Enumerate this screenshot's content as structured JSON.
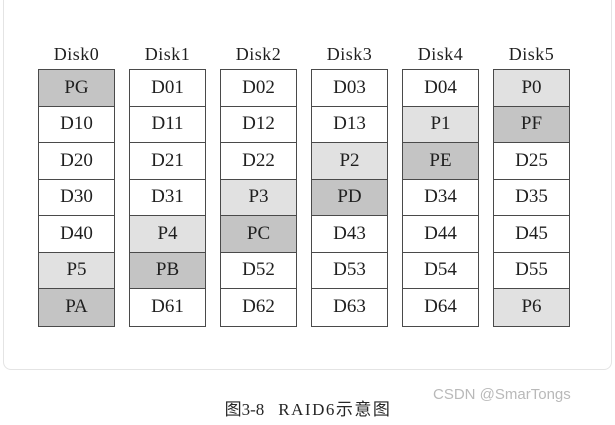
{
  "figure": {
    "caption_label": "图3-8",
    "caption_title": "RAID6示意图",
    "watermark": "CSDN @SmarTongs"
  },
  "colors": {
    "data_cell": "#ffffff",
    "p_parity_cell": "#e1e1e1",
    "q_parity_cell": "#c4c4c4",
    "cell_border": "#4a4a4a",
    "text": "#1f1f1f",
    "watermark_text": "#b9b9b9",
    "frame_border": "#e4e4e4"
  },
  "diagram": {
    "disks": [
      {
        "name": "Disk0",
        "cells": [
          {
            "label": "PG",
            "type": "q"
          },
          {
            "label": "D10",
            "type": "d"
          },
          {
            "label": "D20",
            "type": "d"
          },
          {
            "label": "D30",
            "type": "d"
          },
          {
            "label": "D40",
            "type": "d"
          },
          {
            "label": "P5",
            "type": "p"
          },
          {
            "label": "PA",
            "type": "q"
          }
        ]
      },
      {
        "name": "Disk1",
        "cells": [
          {
            "label": "D01",
            "type": "d"
          },
          {
            "label": "D11",
            "type": "d"
          },
          {
            "label": "D21",
            "type": "d"
          },
          {
            "label": "D31",
            "type": "d"
          },
          {
            "label": "P4",
            "type": "p"
          },
          {
            "label": "PB",
            "type": "q"
          },
          {
            "label": "D61",
            "type": "d"
          }
        ]
      },
      {
        "name": "Disk2",
        "cells": [
          {
            "label": "D02",
            "type": "d"
          },
          {
            "label": "D12",
            "type": "d"
          },
          {
            "label": "D22",
            "type": "d"
          },
          {
            "label": "P3",
            "type": "p"
          },
          {
            "label": "PC",
            "type": "q"
          },
          {
            "label": "D52",
            "type": "d"
          },
          {
            "label": "D62",
            "type": "d"
          }
        ]
      },
      {
        "name": "Disk3",
        "cells": [
          {
            "label": "D03",
            "type": "d"
          },
          {
            "label": "D13",
            "type": "d"
          },
          {
            "label": "P2",
            "type": "p"
          },
          {
            "label": "PD",
            "type": "q"
          },
          {
            "label": "D43",
            "type": "d"
          },
          {
            "label": "D53",
            "type": "d"
          },
          {
            "label": "D63",
            "type": "d"
          }
        ]
      },
      {
        "name": "Disk4",
        "cells": [
          {
            "label": "D04",
            "type": "d"
          },
          {
            "label": "P1",
            "type": "p"
          },
          {
            "label": "PE",
            "type": "q"
          },
          {
            "label": "D34",
            "type": "d"
          },
          {
            "label": "D44",
            "type": "d"
          },
          {
            "label": "D54",
            "type": "d"
          },
          {
            "label": "D64",
            "type": "d"
          }
        ]
      },
      {
        "name": "Disk5",
        "cells": [
          {
            "label": "P0",
            "type": "p"
          },
          {
            "label": "PF",
            "type": "q"
          },
          {
            "label": "D25",
            "type": "d"
          },
          {
            "label": "D35",
            "type": "d"
          },
          {
            "label": "D45",
            "type": "d"
          },
          {
            "label": "D55",
            "type": "d"
          },
          {
            "label": "P6",
            "type": "p"
          }
        ]
      }
    ]
  }
}
